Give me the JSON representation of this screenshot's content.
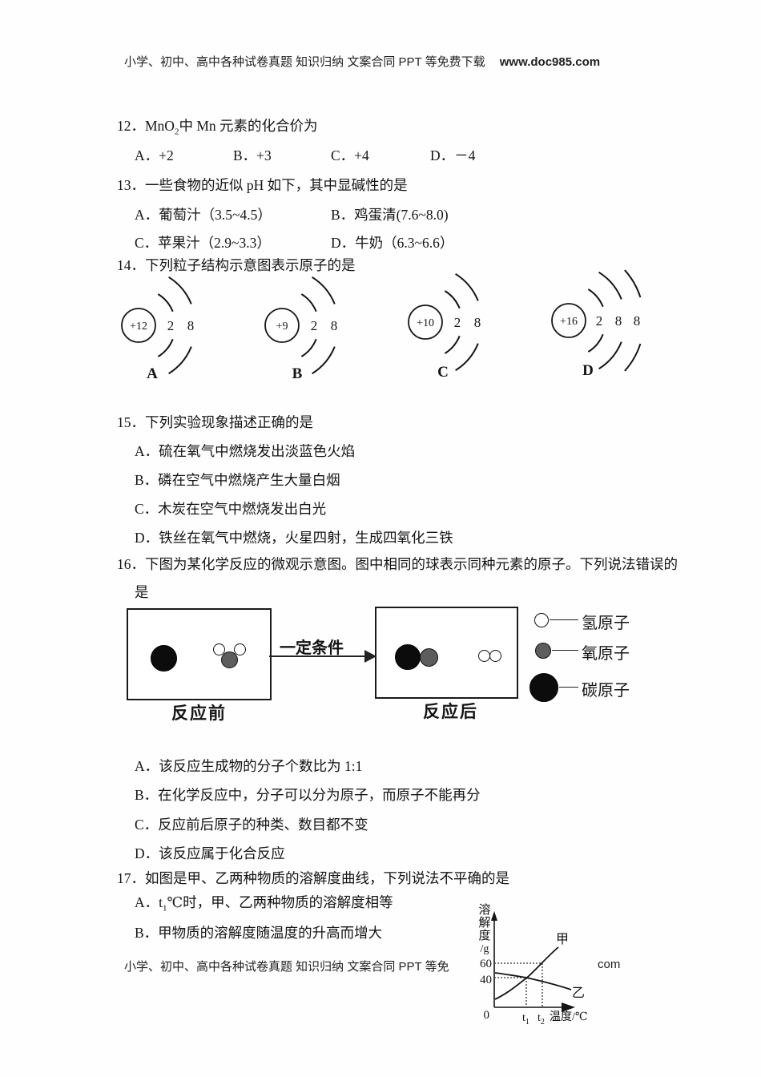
{
  "header": {
    "left": "小学、初中、高中各种试卷真题 知识归纳 文案合同 PPT 等免费下载",
    "site": "www.doc985.com"
  },
  "footer": {
    "left": "小学、初中、高中各种试卷真题 知识归纳 文案合同 PPT 等免",
    "right": "com"
  },
  "q12": {
    "stem_num": "12．",
    "formula_base": "MnO",
    "formula_sub": "2",
    "stem_rest": "中 Mn 元素的化合价为",
    "options": [
      "A．+2",
      "B．+3",
      "C．+4",
      "D．－4"
    ]
  },
  "q13": {
    "stem": "13．一些食物的近似 pH 如下，其中显碱性的是",
    "options": [
      "A．葡萄汁（3.5~4.5）",
      "B．鸡蛋清(7.6~8.0)",
      "C．苹果汁（2.9~3.3）",
      "D．牛奶（6.3~6.6）"
    ]
  },
  "q14": {
    "stem": "14．下列粒子结构示意图表示原子的是",
    "diagrams": [
      {
        "label": "A",
        "charge": "+12",
        "shells": [
          "2",
          "8"
        ]
      },
      {
        "label": "B",
        "charge": "+9",
        "shells": [
          "2",
          "8"
        ]
      },
      {
        "label": "C",
        "charge": "+10",
        "shells": [
          "2",
          "8"
        ]
      },
      {
        "label": "D",
        "charge": "+16",
        "shells": [
          "2",
          "8",
          "8"
        ]
      }
    ]
  },
  "q15": {
    "stem": "15．下列实验现象描述正确的是",
    "options": [
      "A．硫在氧气中燃烧发出淡蓝色火焰",
      "B．磷在空气中燃烧产生大量白烟",
      "C．木炭在空气中燃烧发出白光",
      "D．铁丝在氧气中燃烧，火星四射，生成四氧化三铁"
    ]
  },
  "q16": {
    "stem_line1": "16．下图为某化学反应的微观示意图。图中相同的球表示同种元素的原子。下列说法错误的",
    "stem_line2": "是",
    "diagram": {
      "before_label": "反应前",
      "after_label": "反应后",
      "arrow_label": "一定条件",
      "legend": [
        {
          "atom": "氢原子"
        },
        {
          "atom": "氧原子"
        },
        {
          "atom": "碳原子"
        }
      ]
    },
    "options": [
      "A．该反应生成物的分子个数比为 1:1",
      "B．在化学反应中，分子可以分为原子，而原子不能再分",
      "C．反应前后原子的种类、数目都不变",
      "D．该反应属于化合反应"
    ]
  },
  "q17": {
    "stem": "17．如图是甲、乙两种物质的溶解度曲线，下列说法不平确的是",
    "optA": {
      "pre": "A．t",
      "sub": "1",
      "post": "℃时，甲、乙两种物质的溶解度相等"
    },
    "optB": "B．甲物质的溶解度随温度的升高而增大"
  },
  "chart_data": {
    "type": "line",
    "title": "甲、乙两种物质的溶解度曲线",
    "xlabel": "温度/℃",
    "ylabel": "溶解度/g",
    "ylabel_chars": [
      "溶",
      "解",
      "度",
      "/g"
    ],
    "origin": "0",
    "x_ticks": [
      "t1",
      "t2"
    ],
    "tick_render": {
      "t1": {
        "base": "t",
        "sub": "1"
      },
      "t2": {
        "base": "t",
        "sub": "2"
      }
    },
    "y_ticks": [
      "0",
      "40",
      "60"
    ],
    "ylim": [
      0,
      80
    ],
    "grid": "dotted guides at (t1, 42) and (t2, 60)",
    "legend_position": "labels at curve ends",
    "series": [
      {
        "name": "甲",
        "trend": "increasing",
        "x": [
          "0",
          "t1",
          "t2",
          "t2+"
        ],
        "values": [
          13,
          42,
          60,
          72
        ]
      },
      {
        "name": "乙",
        "trend": "decreasing",
        "x": [
          "0",
          "t1",
          "t2",
          "t2+"
        ],
        "values": [
          47,
          42,
          37,
          27
        ]
      }
    ]
  }
}
